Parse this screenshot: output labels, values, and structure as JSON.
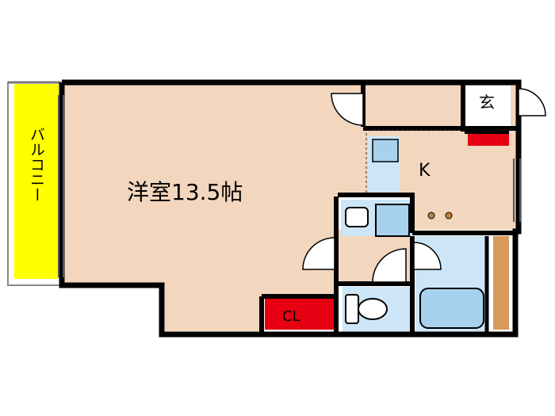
{
  "rooms": {
    "western_room": "洋室13.5帖",
    "kitchen": "K",
    "entrance": "玄",
    "closet": "CL",
    "balcony": "バルコニー"
  },
  "colors": {
    "floor": "#f2d6bd",
    "wet_area": "#cde6f7",
    "fixture": "#a7d2ee",
    "balcony": "#ffff00",
    "storage": "#e60012",
    "shelf": "#d89a5d",
    "wall": "#000000"
  }
}
